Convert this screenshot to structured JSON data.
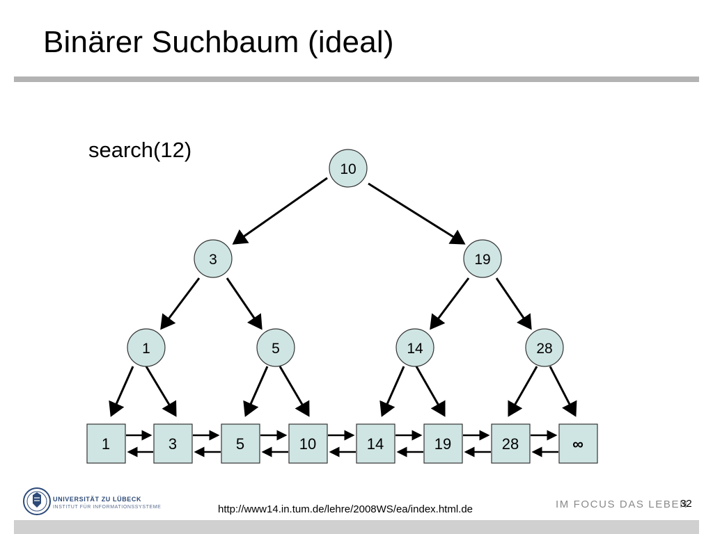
{
  "slide": {
    "title": "Binärer Suchbaum (ideal)",
    "search_label": "search(12)",
    "node_fill": "#cfe5e3"
  },
  "tree": {
    "root": "10",
    "level1": [
      "3",
      "19"
    ],
    "level2": [
      "1",
      "5",
      "14",
      "28"
    ],
    "leaves": [
      "1",
      "3",
      "5",
      "10",
      "14",
      "19",
      "28",
      "∞"
    ]
  },
  "footer": {
    "university": "UNIVERSITÄT ZU LÜBECK",
    "institute": "INSTITUT FÜR INFORMATIONSSYSTEME",
    "url": "http://www14.in.tum.de/lehre/2008WS/ea/index.html.de",
    "tagline": "IM FOCUS DAS LEBEN",
    "page_number": "32"
  }
}
